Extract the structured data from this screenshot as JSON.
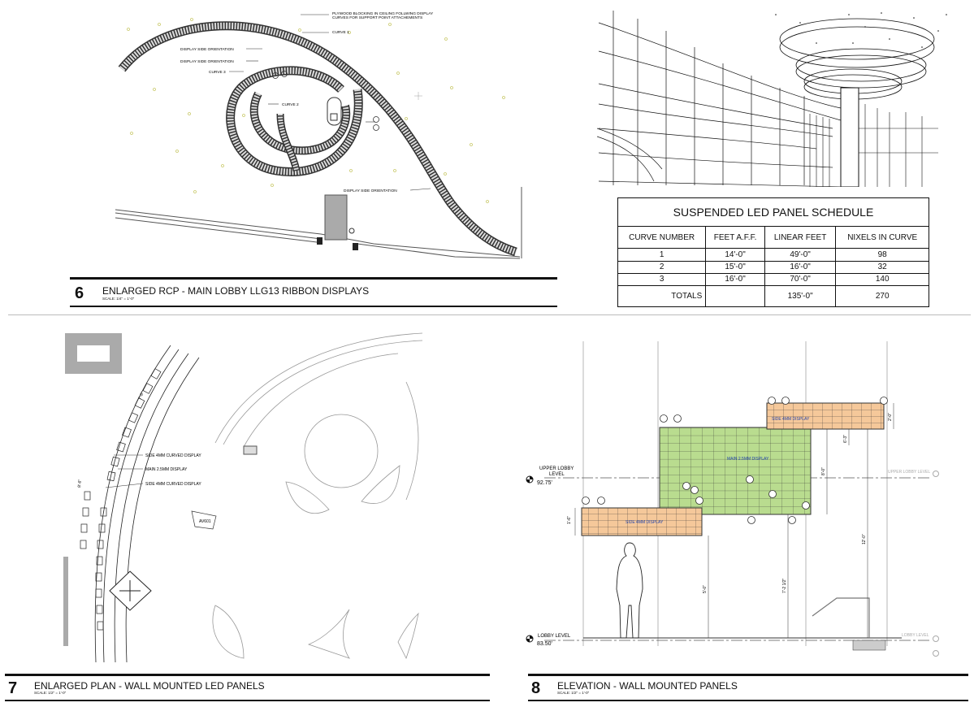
{
  "panel6": {
    "number": "6",
    "title": "ENLARGED RCP - MAIN LOBBY LLG13 RIBBON DISPLAYS",
    "scale": "SCALE: 1/4\" = 1'-0\"",
    "notes": {
      "plywood": [
        "PLYWOOD BLOCKING IN CEILING FOLLWING DISPLAY",
        "CURVES FOR SUPPORT POINT ATTACHEMENTS"
      ],
      "curve1": "CURVE 1",
      "orient1": "DISPLAY SIDE ORIENTATION",
      "orient2": "DISPLAY SIDE ORIENTATION",
      "curve3": "CURVE 3",
      "curve2": "CURVE 2",
      "orient3": "DISPLAY SIDE ORIENTATION"
    }
  },
  "schedule": {
    "title": "SUSPENDED LED PANEL SCHEDULE",
    "headers": [
      "CURVE NUMBER",
      "FEET A.F.F.",
      "LINEAR FEET",
      "NIXELS IN CURVE"
    ],
    "rows": [
      [
        "1",
        "14'-0\"",
        "49'-0\"",
        "98"
      ],
      [
        "2",
        "15'-0\"",
        "16'-0\"",
        "32"
      ],
      [
        "3",
        "16'-0\"",
        "70'-0\"",
        "140"
      ]
    ],
    "totals": [
      "TOTALS",
      "",
      "135'-0\"",
      "270"
    ]
  },
  "panel7": {
    "number": "7",
    "title": "ENLARGED PLAN - WALL MOUNTED LED PANELS",
    "scale": "SCALE: 1/2\" = 1'-0\"",
    "notes": {
      "side1": "SIDE 4MM CURVED DISPLAY",
      "main": "MAIN 2.5MM DISPLAY",
      "side2": "SIDE 4MM CURVED DISPLAY",
      "tag": "AV601",
      "dim1": "7'-6\"",
      "dim2": "8'-6\""
    }
  },
  "panel8": {
    "number": "8",
    "title": "ELEVATION - WALL MOUNTED PANELS",
    "scale": "SCALE: 1/2\" = 1'-0\"",
    "labels": {
      "upper_level": [
        "UPPER LOBBY",
        "LEVEL"
      ],
      "upper_elev": "92.75'",
      "lobby_level": "LOBBY LEVEL",
      "lobby_elev": "83.50'",
      "side_top": "SIDE 4MM DISPLAY",
      "main": "MAIN 2.5MM DISPLAY",
      "side_left": "SIDE 4MM DISPLAY",
      "upper_right": "UPPER LOBBY LEVEL",
      "lobby_right": "LOBBY LEVEL"
    },
    "dims": {
      "d1": "1'-6\"",
      "d2": "5'-0\"",
      "d3": "7'-2 1/2\"",
      "d4": "12'-0\"",
      "d5": "8'-0\"",
      "d6": "6'-3\"",
      "d7": "2'-0\""
    },
    "colors": {
      "side_fill": "#f5c89a",
      "main_fill": "#b9dc8f",
      "grid": "#333333"
    }
  }
}
